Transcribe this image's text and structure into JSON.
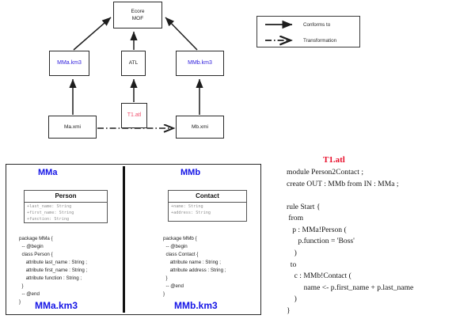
{
  "legend": {
    "rows": [
      {
        "label": "Conforms to",
        "icon": "solid-arrow-icon"
      },
      {
        "label": "Transformation",
        "icon": "dashed-arrow-icon"
      }
    ]
  },
  "diagram": {
    "nodes": [
      {
        "id": "ecore",
        "line1": "Ecore",
        "line2": "MOF"
      },
      {
        "id": "mma_km3",
        "label": "MMa.km3"
      },
      {
        "id": "atl",
        "label": "ATL"
      },
      {
        "id": "mmb_km3",
        "label": "MMb.km3"
      },
      {
        "id": "ma_xmi",
        "label": "Ma.xmi"
      },
      {
        "id": "t1_atl",
        "label": "T1.atl"
      },
      {
        "id": "mb_xmi",
        "label": "Mb.xmi"
      }
    ],
    "colors": {
      "metamodel_blue": "#3322dd",
      "transform_red": "#f0506e",
      "stroke": "#2a2a2a"
    }
  },
  "metamodels": {
    "left": {
      "title": "MMa",
      "footer": "MMa.km3",
      "uml": {
        "class_name": "Person",
        "attributes": [
          "+last_name: String",
          "+first_name: String",
          "+function: String"
        ]
      },
      "code": "package MMa {\n  -- @begin\n  class Person {\n     attribute last_name : String ;\n     attribute first_name : String ;\n     attribute function : String ;\n  }\n  -- @end\n}"
    },
    "right": {
      "title": "MMb",
      "footer": "MMb.km3",
      "uml": {
        "class_name": "Contact",
        "attributes": [
          "+name: String",
          "+address: String"
        ]
      },
      "code": "package MMb {\n  -- @begin\n  class Contact {\n     attribute name : String ;\n     attribute address : String ;\n  }\n  -- @end\n}"
    }
  },
  "atl": {
    "title": "T1.atl",
    "code": "module Person2Contact ;\ncreate OUT : MMb from IN : MMa ;\n\nrule Start {\n from\n   p : MMa!Person (\n      p.function = 'Boss'\n    )\n  to\n    c : MMb!Contact (\n         name <- p.first_name + p.last_name\n    )\n}"
  }
}
